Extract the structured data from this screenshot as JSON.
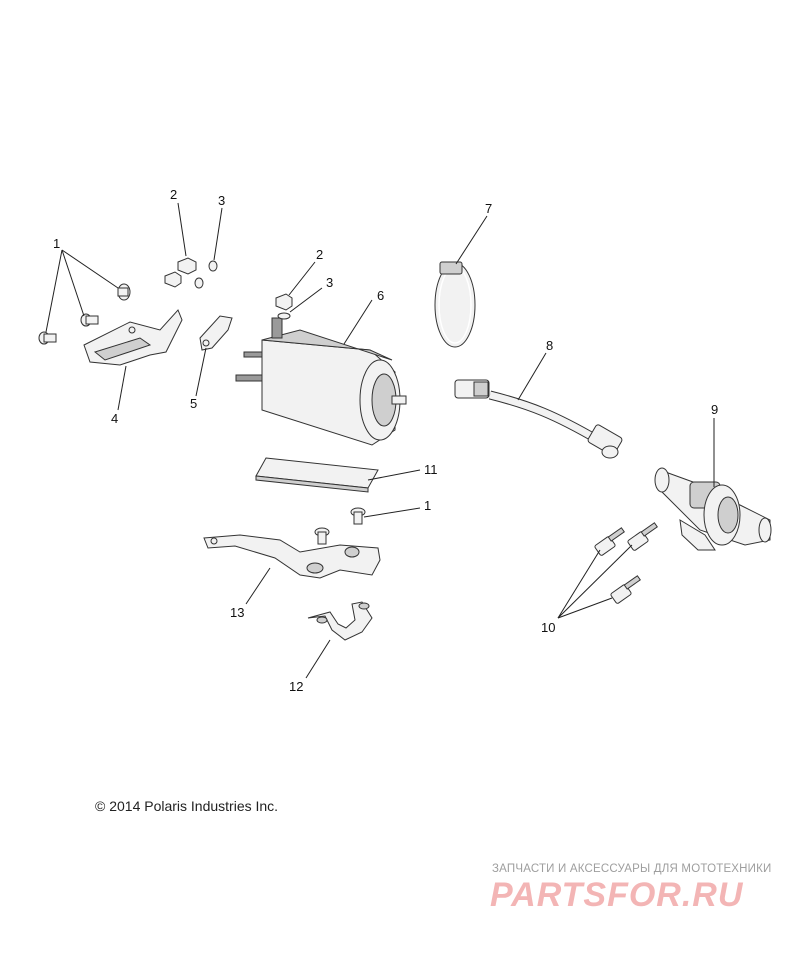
{
  "callouts": {
    "c1a": "1",
    "c2a": "2",
    "c3a": "3",
    "c2b": "2",
    "c3b": "3",
    "c4": "4",
    "c5": "5",
    "c6": "6",
    "c7": "7",
    "c8": "8",
    "c9": "9",
    "c10": "10",
    "c11": "11",
    "c1b": "1",
    "c12": "12",
    "c13": "13"
  },
  "copyright": "© 2014 Polaris Industries Inc.",
  "watermark": {
    "tagline": "ЗАПЧАСТИ И АКСЕССУАРЫ ДЛЯ МОТОТЕХНИКИ",
    "logo": "PARTSFOR.RU"
  },
  "colors": {
    "line": "#222222",
    "part_fill": "#f2f2f2",
    "watermark_logo": "#f3b5b5",
    "watermark_text": "#9e9e9e"
  }
}
